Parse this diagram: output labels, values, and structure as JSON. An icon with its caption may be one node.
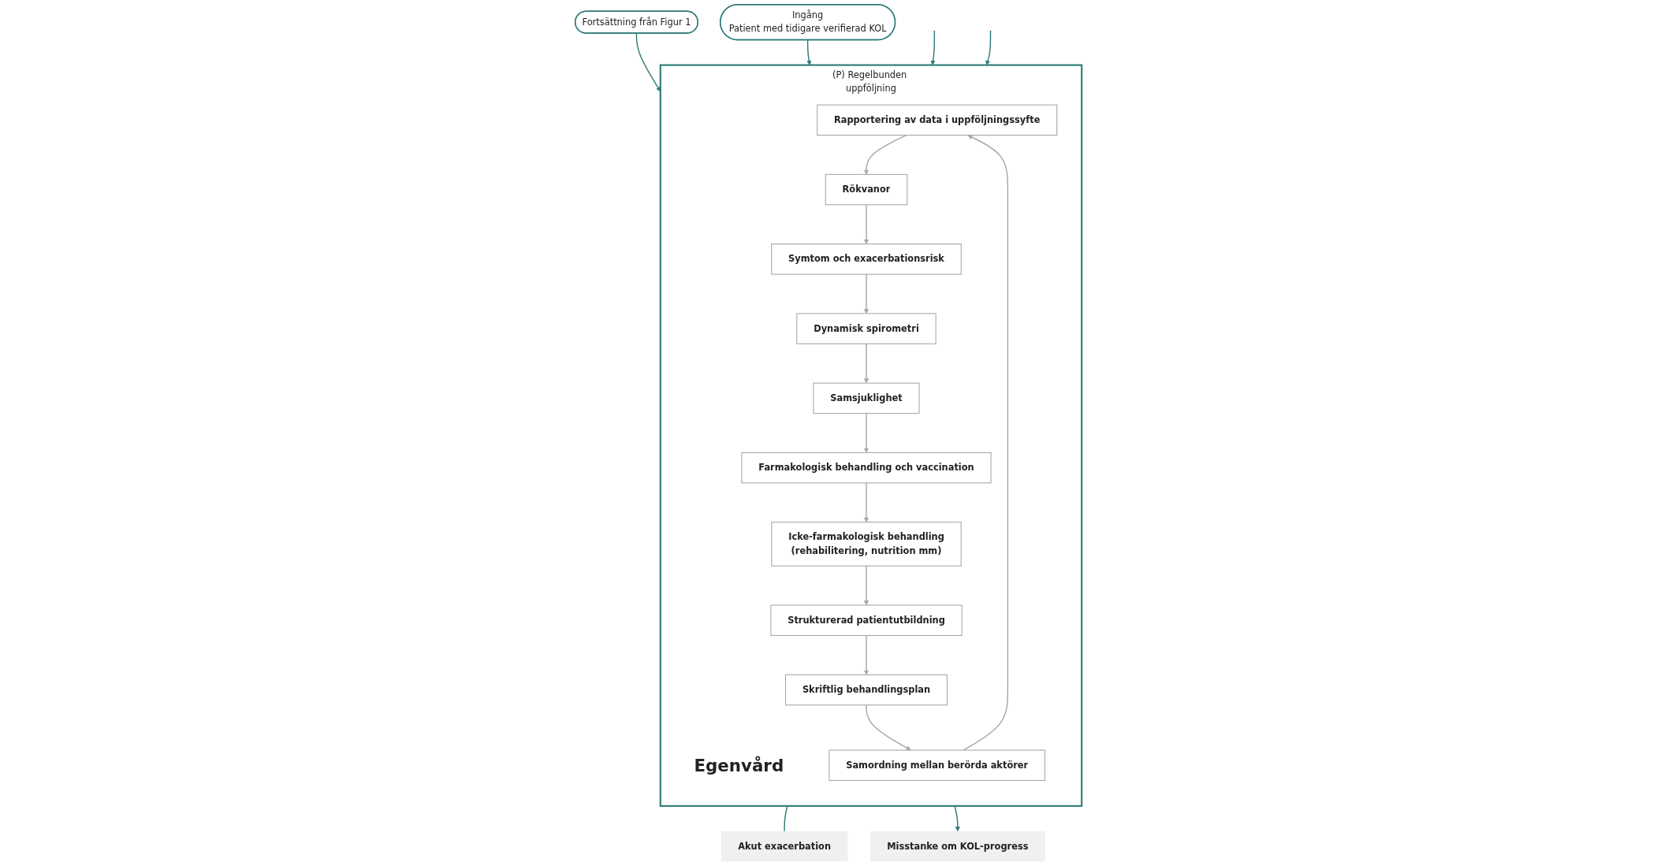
{
  "diagram": {
    "nodes": [
      {
        "text": [
          "Fortsättning från Figur 1"
        ]
      },
      {
        "text": [
          "Ingång",
          "Patient med tidigare verifierad KOL"
        ]
      },
      {
        "text": [
          "(P) Regelbunden uppföljning"
        ]
      },
      {
        "text": [
          "Egenvård"
        ],
        "in": 2
      },
      {
        "text": [
          "Rapportering av data i uppföljningssyfte"
        ],
        "in": 2
      },
      {
        "text": [
          "Rökvanor"
        ],
        "in": 2
      },
      {
        "text": [
          "Symtom och exacerbationsrisk"
        ],
        "in": 2
      },
      {
        "text": [
          "Dynamisk spirometri"
        ],
        "in": 2
      },
      {
        "text": [
          "Samsjuklighet"
        ],
        "in": 2
      },
      {
        "text": [
          "Farmakologisk behandling och vaccination"
        ],
        "in": 2
      },
      {
        "text": [
          "Icke-farmakologisk behandling",
          "(rehabilitering, nutrition mm)"
        ],
        "in": 2
      },
      {
        "text": [
          "Strukturerad patientutbildning"
        ],
        "in": 2
      },
      {
        "text": [
          "Skriftlig behandlingsplan"
        ],
        "in": 2
      },
      {
        "text": [
          "Samordning mellan berörda aktörer"
        ],
        "in": 2
      },
      {
        "text": [
          "Akut exacerbation"
        ]
      },
      {
        "text": [
          "Misstanke om KOL-progress"
        ]
      }
    ],
    "edges": [
      {
        "from": 0,
        "to": 2,
        "arrow": "to",
        "color": "#2e7b78"
      },
      {
        "from": 1,
        "to": 2,
        "arrow": "to",
        "color": "#2e7b78"
      },
      {
        "from": 4,
        "to": 5,
        "arrow": "to"
      },
      {
        "from": 5,
        "to": 6,
        "arrow": "to"
      },
      {
        "from": 6,
        "to": 7,
        "arrow": "to"
      },
      {
        "from": 7,
        "to": 8,
        "arrow": "to"
      },
      {
        "from": 8,
        "to": 9,
        "arrow": "to"
      },
      {
        "from": 9,
        "to": 10,
        "arrow": "to"
      },
      {
        "from": 10,
        "to": 11,
        "arrow": "to"
      },
      {
        "from": 11,
        "to": 12,
        "arrow": "to"
      },
      {
        "from": 12,
        "to": 13,
        "arrow": "to"
      },
      {
        "from": 13,
        "to": 4,
        "arrow": "to"
      },
      {
        "from": 2,
        "to": 14,
        "arrow": "none",
        "color": "#2e7b78"
      },
      {
        "from": 2,
        "to": 15,
        "arrow": "to",
        "color": "#2e7b78"
      },
      {
        "from": null,
        "to": 2,
        "arrow": "to",
        "color": "#2e7b78"
      },
      {
        "from": null,
        "to": 2,
        "arrow": "to",
        "color": "#2e7b78"
      }
    ]
  }
}
